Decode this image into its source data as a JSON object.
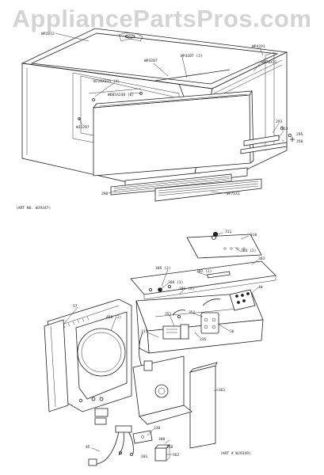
{
  "watermark": "AppliancePartsPros.com",
  "upper_diagram": {
    "art_no": "(ART NO. WJ9347)",
    "labels": {
      "wp2012": "WP2012",
      "wp4207": "WP4207",
      "wp4207_3": "WP4207 (3)",
      "wp4291": "WP4291",
      "wp70x31": "WP70X31",
      "wj10x335_4": "WJ10X335 (4)",
      "wd05x248_6": "WD05X248 (6)",
      "wj1207": "WJ1207",
      "n293": "293",
      "n313": "313",
      "n295": "295",
      "n350": "350",
      "n290": "290",
      "wp71x1": "WP71X1"
    }
  },
  "lower_diagram": {
    "art_no": "(ART # WJ9349)",
    "labels": {
      "n311": "311",
      "n310": "310",
      "n303": "303",
      "n304_2": "304 (2)",
      "n301_2": "301 (2)",
      "n305_2": "305 (2)",
      "n302_2": "302 (2)",
      "n308_3": "308 (3)",
      "n40": "40",
      "n57": "57",
      "n458_2": "458 (2)",
      "n351": "351",
      "n352": "352",
      "n335": "335",
      "n315": "315",
      "n36": "36",
      "n361": "361",
      "n330": "330",
      "n308": "308",
      "n350": "350",
      "n362": "362",
      "n45": "45",
      "n101": "101"
    }
  }
}
